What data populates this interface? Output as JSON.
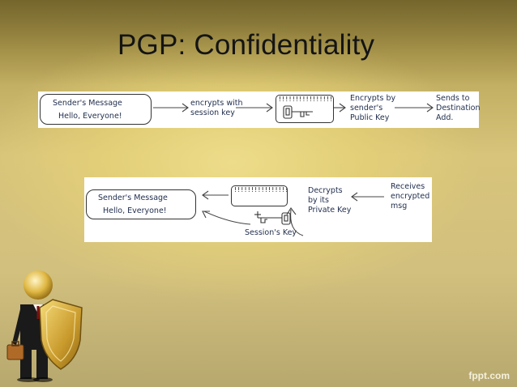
{
  "slide": {
    "title": "PGP: Confidentiality",
    "footer": "fppt.com"
  },
  "encrypt_flow": {
    "message_label": "Sender's Message",
    "message_text": "Hello, Everyone!",
    "step1": [
      "encrypts with",
      "session key"
    ],
    "cipher_text": "!!!!!!!!!!!!!!!!!!!",
    "step2": [
      "Encrypts by",
      "sender's",
      "Public Key"
    ],
    "step3": [
      "Sends to",
      "Destination",
      "Add."
    ]
  },
  "decrypt_flow": {
    "message_label": "Sender's Message",
    "message_text": "Hello, Everyone!",
    "cipher_text": "!!!!!!!!!!!!!!!!!!!",
    "step1": [
      "Decrypts",
      "by its",
      "Private Key"
    ],
    "step2": [
      "Receives",
      "encrypted",
      "msg"
    ],
    "key_label": "Session's Key"
  },
  "icons": [
    "key-icon",
    "businessman-shield-icon"
  ]
}
